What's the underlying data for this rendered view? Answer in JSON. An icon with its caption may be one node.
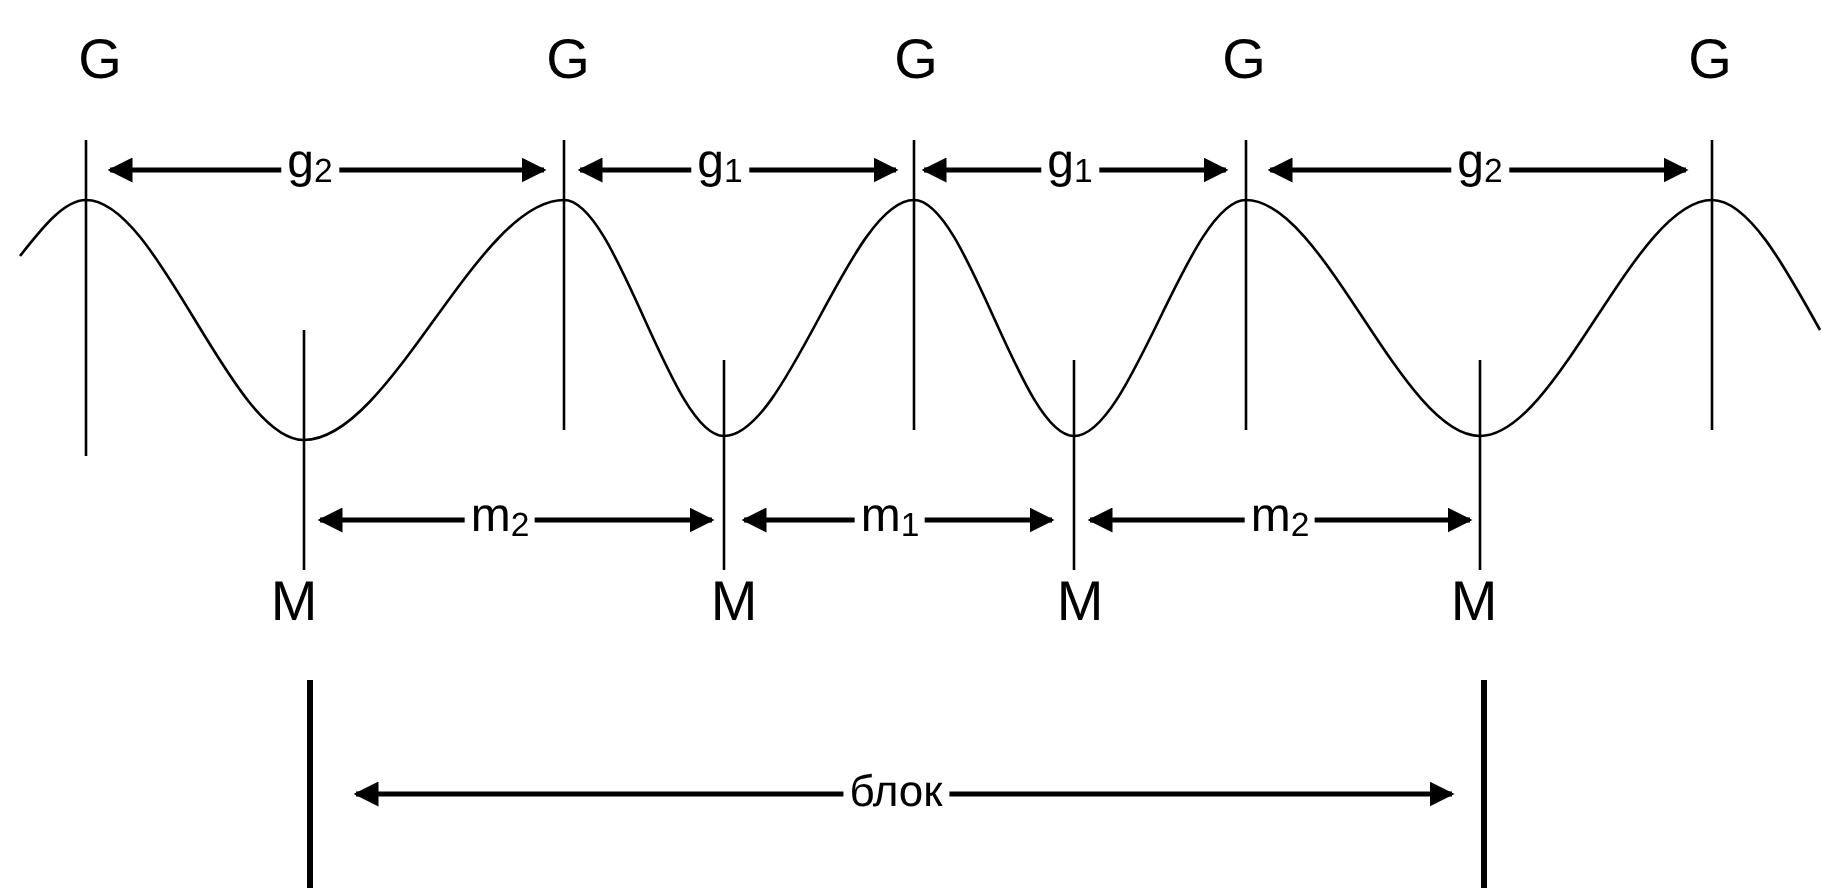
{
  "diagram": {
    "labels": [
      "G",
      "G",
      "G",
      "G",
      "G",
      "g$_{2}$",
      "g$_{1}$",
      "g$_{1}$",
      "g$_{2}$",
      "m$_{2}$",
      "m$_{1}$",
      "m$_{2}$",
      "M",
      "M",
      "M",
      "M",
      "блок"
    ]
  }
}
